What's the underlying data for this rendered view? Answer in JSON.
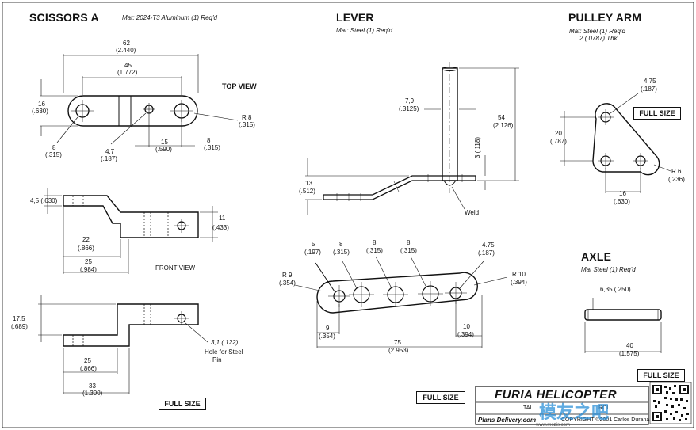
{
  "parts": {
    "scissors": {
      "title": "SCISSORS A",
      "material": "Mat: 2024-T3 Aluminum (1) Req'd",
      "top_view": "TOP VIEW",
      "front_view": "FRONT VIEW",
      "full_size": "FULL SIZE",
      "dims": {
        "d62": "62",
        "d62i": "(2.440)",
        "d45": "45",
        "d45i": "(1.772)",
        "d16": "16",
        "d16i": "(.630)",
        "r8": "R 8",
        "r8i": "(.315)",
        "d8a": "8",
        "d8ai": "(.315)",
        "d47": "4,7",
        "d47i": "(.187)",
        "d15": "15",
        "d15i": "(.590)",
        "d8b": "8",
        "d8bi": "(.315)",
        "d45b": "4,5",
        "d45bi": "(.630)",
        "d11": "11",
        "d11i": "(.433)",
        "d22": "22",
        "d22i": "(.866)",
        "d25a": "25",
        "d25ai": "(.984)",
        "d175": "17.5",
        "d175i": "(.689)",
        "d31": "3,1",
        "d31i": "(.122)",
        "hole": "Hole for Steel",
        "pin": "Pin",
        "d25b": "25",
        "d25bi": "(.866)",
        "d33": "33",
        "d33i": "(1.300)"
      }
    },
    "lever": {
      "title": "LEVER",
      "material": "Mat: Steel (1) Req'd",
      "full_size": "FULL SIZE",
      "dims": {
        "d79": "7,9",
        "d79i": "(.3125)",
        "d54": "54",
        "d54i": "(2.126)",
        "d13": "13",
        "d13i": "(.512)",
        "d3": "3",
        "d3i": "(.118)",
        "weld": "Weld",
        "d5": "5",
        "d5i": "(.197)",
        "d8a": "8",
        "d8ai": "(.315)",
        "d8b": "8",
        "d8bi": "(.315)",
        "d8c": "8",
        "d8ci": "(.315)",
        "d475": "4.75",
        "d475i": "(.187)",
        "r9": "R 9",
        "r9i": "(.354)",
        "r10": "R 10",
        "r10i": "(.394)",
        "d9": "9",
        "d9i": "(.354)",
        "d75": "75",
        "d75i": "(2.953)",
        "d10": "10",
        "d10i": "(.394)"
      }
    },
    "pulley": {
      "title": "PULLEY ARM",
      "material": "Mat: Steel (1) Req'd",
      "thickness": "2 (.0787) Thk",
      "full_size": "FULL SIZE",
      "dims": {
        "d475": "4,75",
        "d475i": "(.187)",
        "d20": "20",
        "d20i": "(.787)",
        "r6": "R 6",
        "r6i": "(.236)",
        "d16": "16",
        "d16i": "(.630)"
      }
    },
    "axle": {
      "title": "AXLE",
      "material": "Mat Steel (1) Req'd",
      "full_size": "FULL SIZE",
      "dims": {
        "d635": "6,35 (.250)",
        "d40": "40",
        "d40i": "(1.575)"
      }
    }
  },
  "title_block": {
    "brand": "FURIA HELICOPTER",
    "subtitle_a": "TAI",
    "subtitle_b": "ROL",
    "plans": "Plans Delivery.com",
    "copyright": "COPYRIGHT ©2001 Carlos Durana"
  },
  "watermark": {
    "text": "模友之吧",
    "url": "www.mozis.com"
  }
}
